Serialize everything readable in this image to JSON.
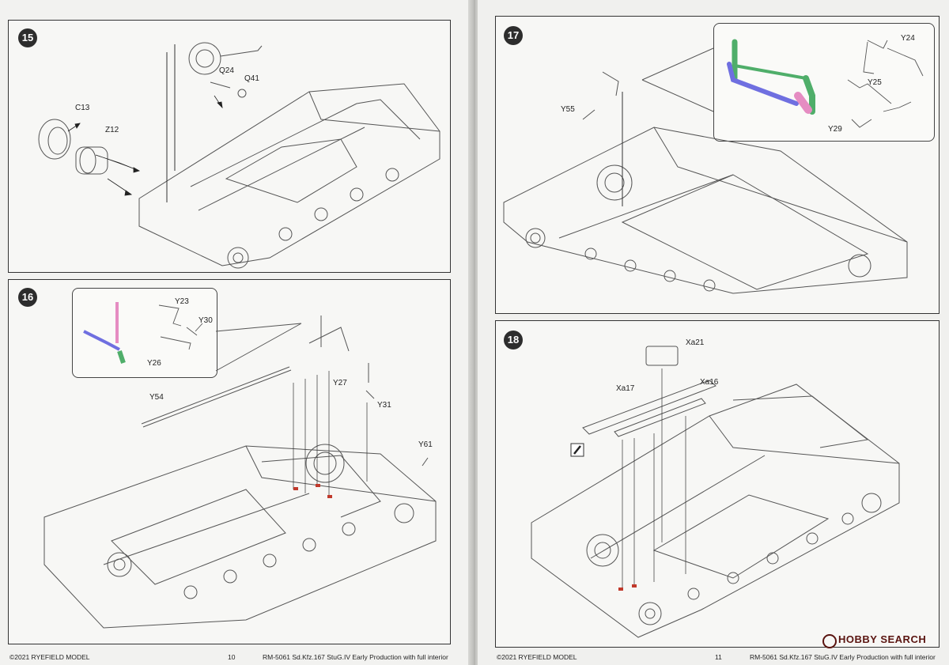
{
  "pages": {
    "left": {
      "footer_left": "©2021 RYEFIELD MODEL",
      "page_number": "10",
      "footer_right": "RM-5061 Sd.Kfz.167 StuG.IV Early Production with full interior"
    },
    "right": {
      "footer_left": "©2021 RYEFIELD MODEL",
      "page_number": "11",
      "footer_right": "RM-5061 Sd.Kfz.167 StuG.IV Early Production with full interior"
    }
  },
  "steps": {
    "s15": {
      "number": "15",
      "parts": {
        "c13": "C13",
        "z12": "Z12",
        "q24": "Q24",
        "q41": "Q41"
      }
    },
    "s16": {
      "number": "16",
      "parts": {
        "y23": "Y23",
        "y30": "Y30",
        "y26": "Y26",
        "y54": "Y54",
        "y27": "Y27",
        "y31": "Y31",
        "y61": "Y61"
      }
    },
    "s17": {
      "number": "17",
      "parts": {
        "y55": "Y55",
        "y24": "Y24",
        "y25": "Y25",
        "y29": "Y29"
      }
    },
    "s18": {
      "number": "18",
      "parts": {
        "xa21": "Xa21",
        "xa17": "Xa17",
        "xa16": "Xa16"
      }
    }
  },
  "watermark": {
    "text": "HOBBY SEARCH",
    "icon": "hobby-search-logo-icon"
  },
  "colors": {
    "inset_green": "#4fae6a",
    "inset_blue": "#6f6fe0",
    "inset_pink": "#e58cc2",
    "glue_red": "#c0392b"
  }
}
